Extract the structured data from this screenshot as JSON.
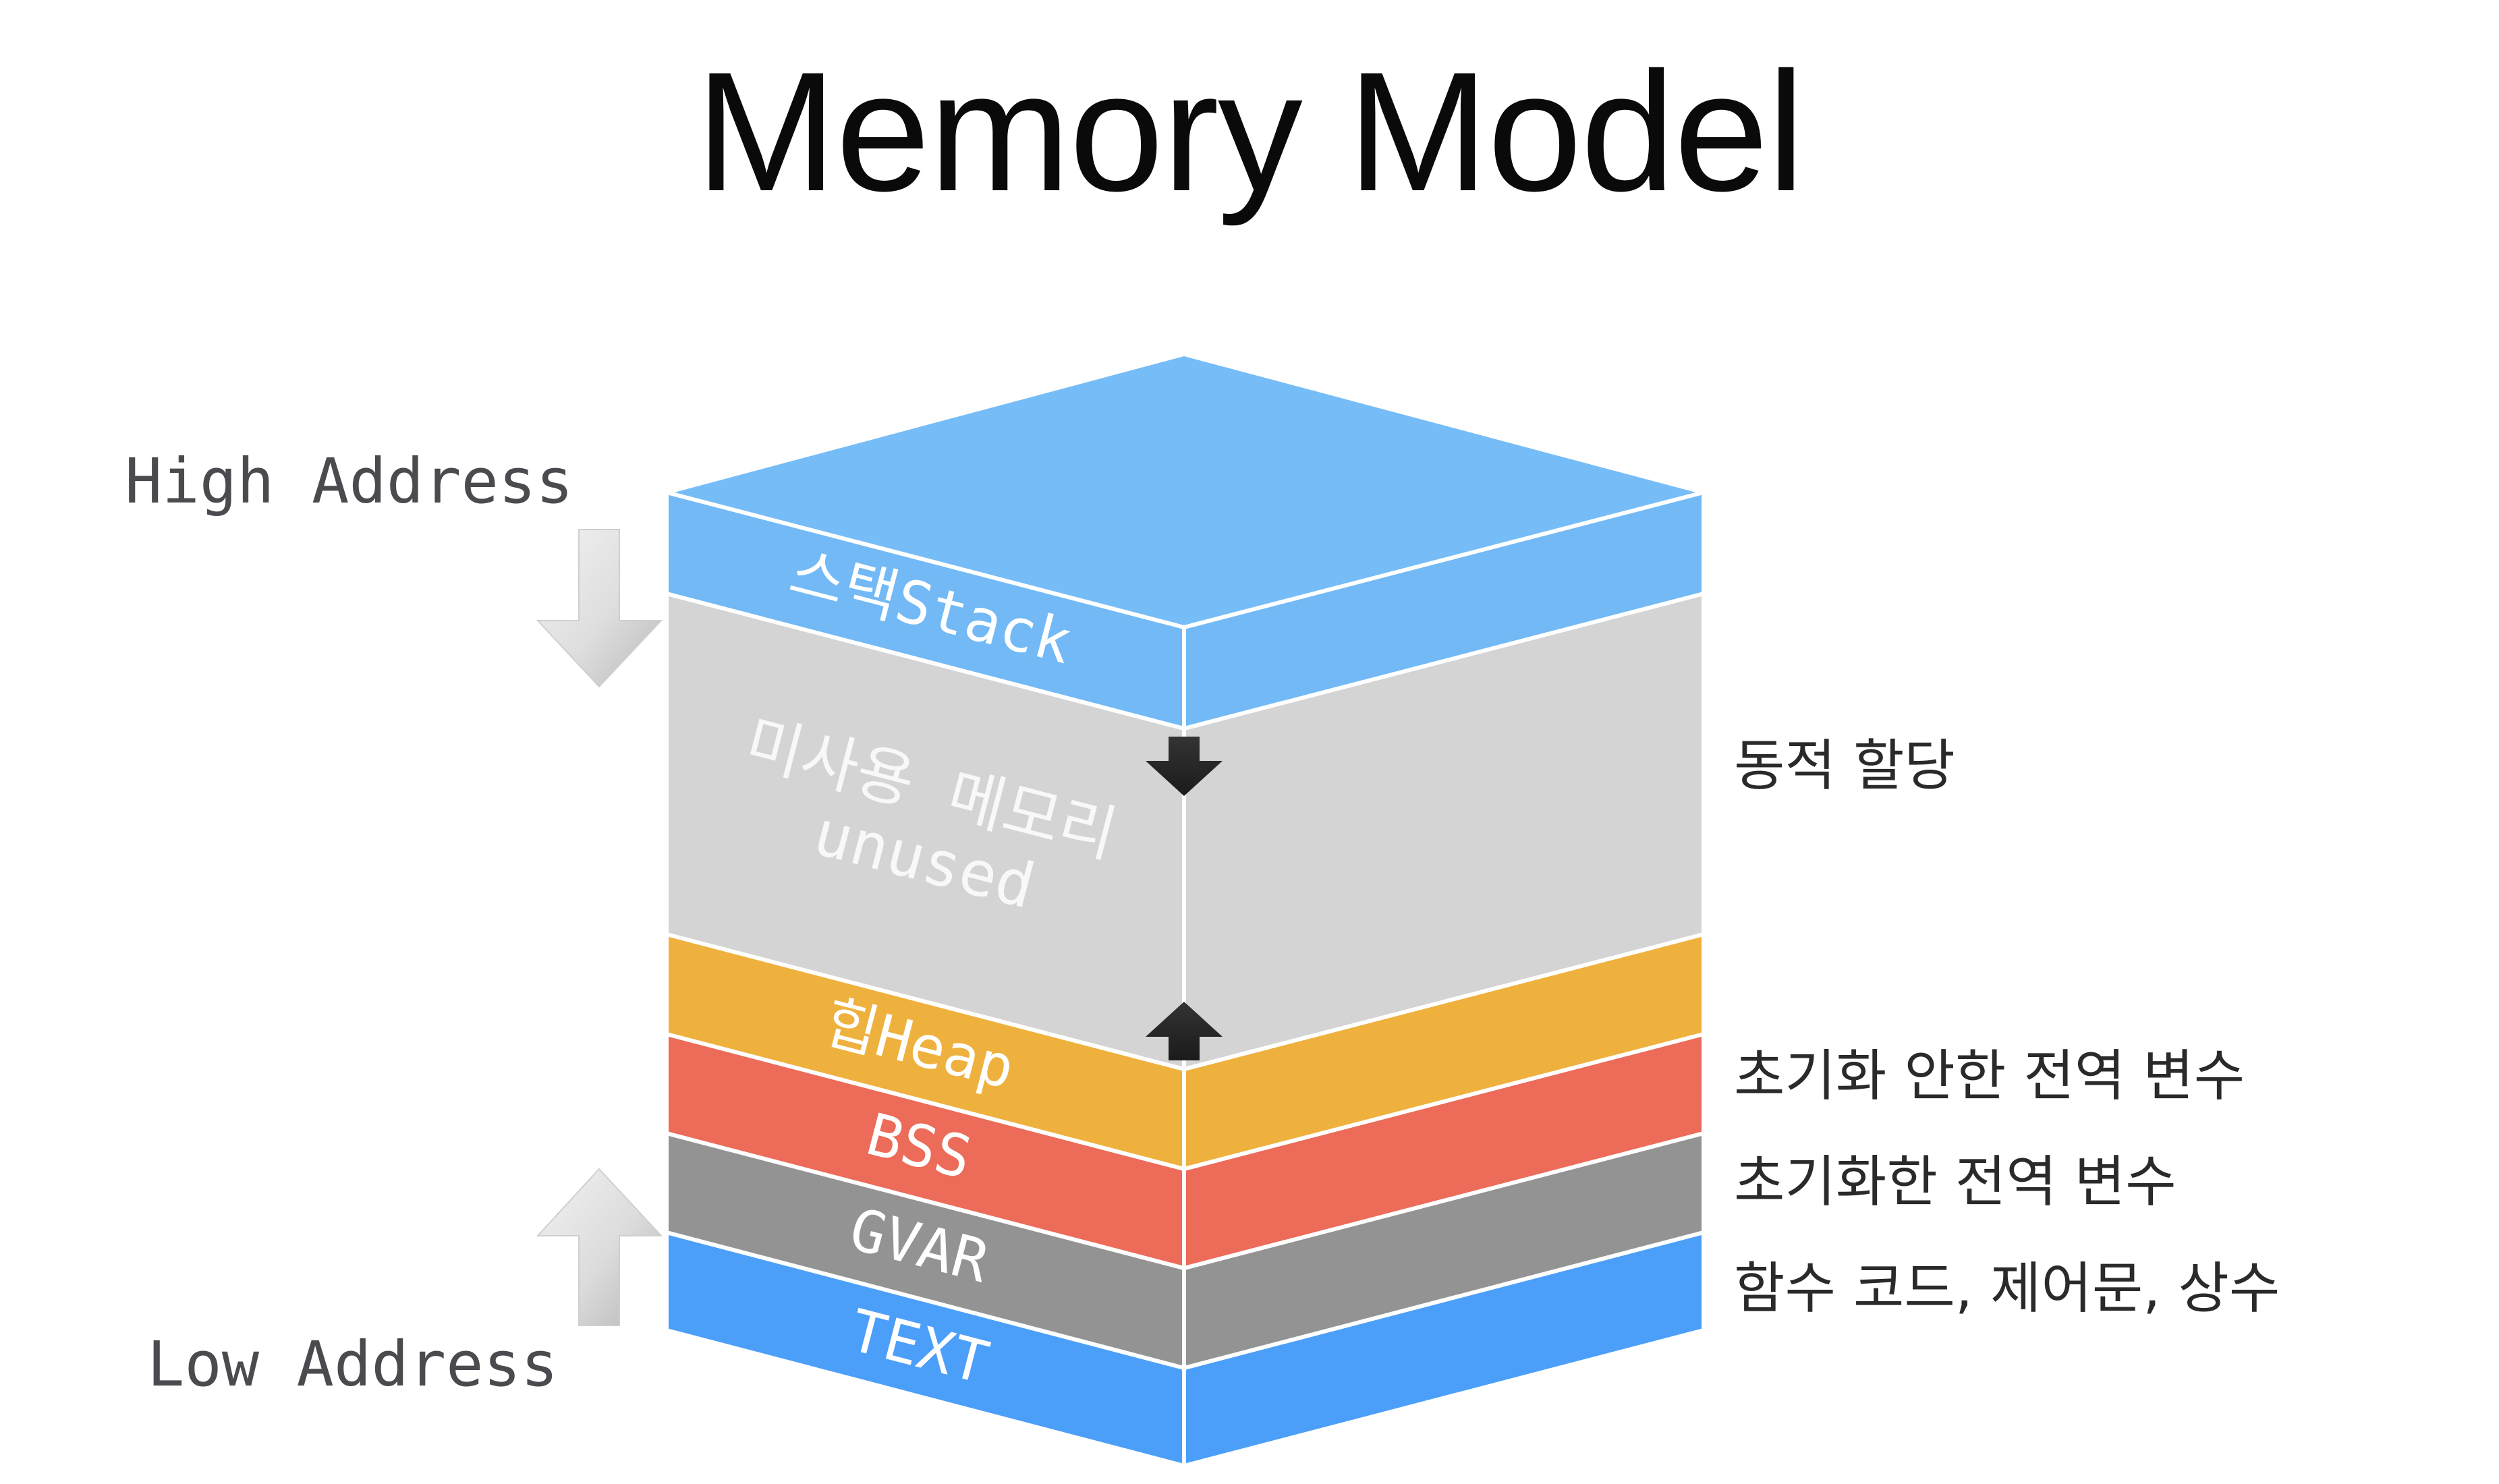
{
  "title": "Memory Model",
  "address_labels": {
    "high": "High Address",
    "low": "Low Address"
  },
  "layers": {
    "stack": "스택Stack",
    "unused_ko": "미사용 메모리",
    "unused_en": "unused",
    "heap": "힙Heap",
    "bss": "BSS",
    "gvar": "GVAR",
    "text": "TEXT"
  },
  "descriptions": {
    "dynamic": "동적 할당",
    "bss": "초기화 안한 전역 변수",
    "gvar": "초기화한 전역 변수",
    "text": "함수 코드, 제어문, 상수"
  },
  "colors": {
    "stack_top": "#76BCF7",
    "stack_side": "#72B9F5",
    "unused": "#D4D4D4",
    "heap": "#EFB13E",
    "bss": "#EC6B59",
    "gvar": "#939393",
    "text": "#4C9FF8"
  }
}
